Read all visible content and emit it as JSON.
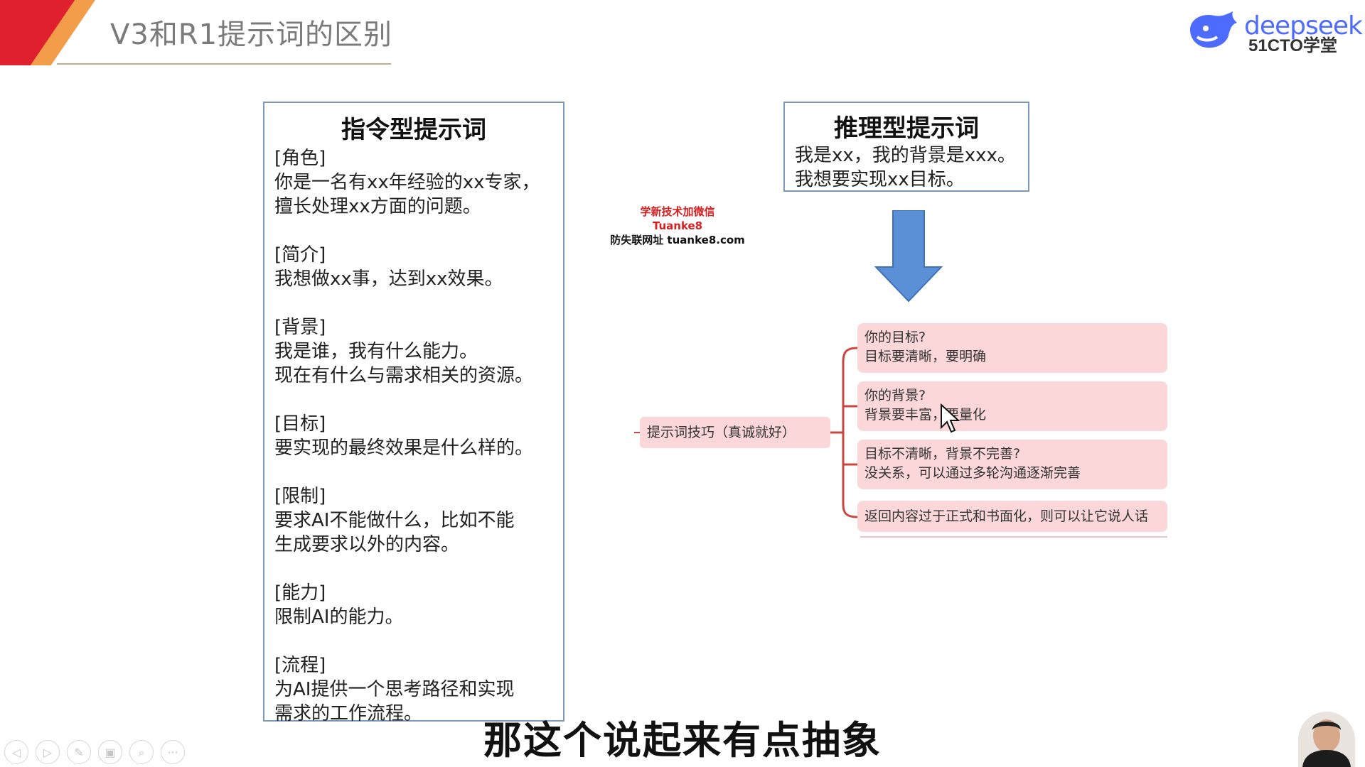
{
  "header": {
    "title": "V3和R1提示词的区别",
    "logo_text": "deepseek",
    "logo_subtext": "51CTO学堂",
    "brand_color": "#4d6bfe"
  },
  "instruction_box": {
    "heading": "指令型提示词",
    "sections": [
      {
        "label": "[角色]",
        "lines": [
          "你是一名有xx年经验的xx专家，",
          "擅长处理xx方面的问题。"
        ]
      },
      {
        "label": "[简介]",
        "lines": [
          "我想做xx事，达到xx效果。"
        ]
      },
      {
        "label": "[背景]",
        "lines": [
          "我是谁，我有什么能力。",
          "现在有什么与需求相关的资源。"
        ]
      },
      {
        "label": "[目标]",
        "lines": [
          "要实现的最终效果是什么样的。"
        ]
      },
      {
        "label": "[限制]",
        "lines": [
          "要求AI不能做什么，比如不能",
          "生成要求以外的内容。"
        ]
      },
      {
        "label": "[能力]",
        "lines": [
          "限制AI的能力。"
        ]
      },
      {
        "label": "[流程]",
        "lines": [
          "为AI提供一个思考路径和实现",
          "需求的工作流程。"
        ]
      }
    ]
  },
  "reasoning_box": {
    "heading": "推理型提示词",
    "lines": [
      "我是xx，我的背景是xxx。",
      "我想要实现xx目标。"
    ]
  },
  "arrow_color": "#5b8fd6",
  "watermark": {
    "line1": "学新技术加微信",
    "line2": "Tuanke8",
    "line3": "防失联网址 tuanke8.com"
  },
  "mindmap": {
    "root": "提示词技巧（真诚就好）",
    "branch_color": "#c9473f",
    "nodes": [
      {
        "lines": [
          "你的目标?",
          "目标要清晰，要明确"
        ]
      },
      {
        "lines": [
          "你的背景?",
          "背景要丰富，要量化"
        ]
      },
      {
        "lines": [
          "目标不清晰，背景不完善?",
          "没关系，可以通过多轮沟通逐渐完善"
        ]
      },
      {
        "lines": [
          "返回内容过于正式和书面化，则可以让它说人话"
        ]
      }
    ]
  },
  "subtitle": "那这个说起来有点抽象",
  "player_controls": [
    {
      "icon": "prev-icon",
      "glyph": "◁"
    },
    {
      "icon": "next-icon",
      "glyph": "▷"
    },
    {
      "icon": "pen-icon",
      "glyph": "✎"
    },
    {
      "icon": "slides-icon",
      "glyph": "▣"
    },
    {
      "icon": "zoom-icon",
      "glyph": "⌕"
    },
    {
      "icon": "more-icon",
      "glyph": "···"
    }
  ]
}
